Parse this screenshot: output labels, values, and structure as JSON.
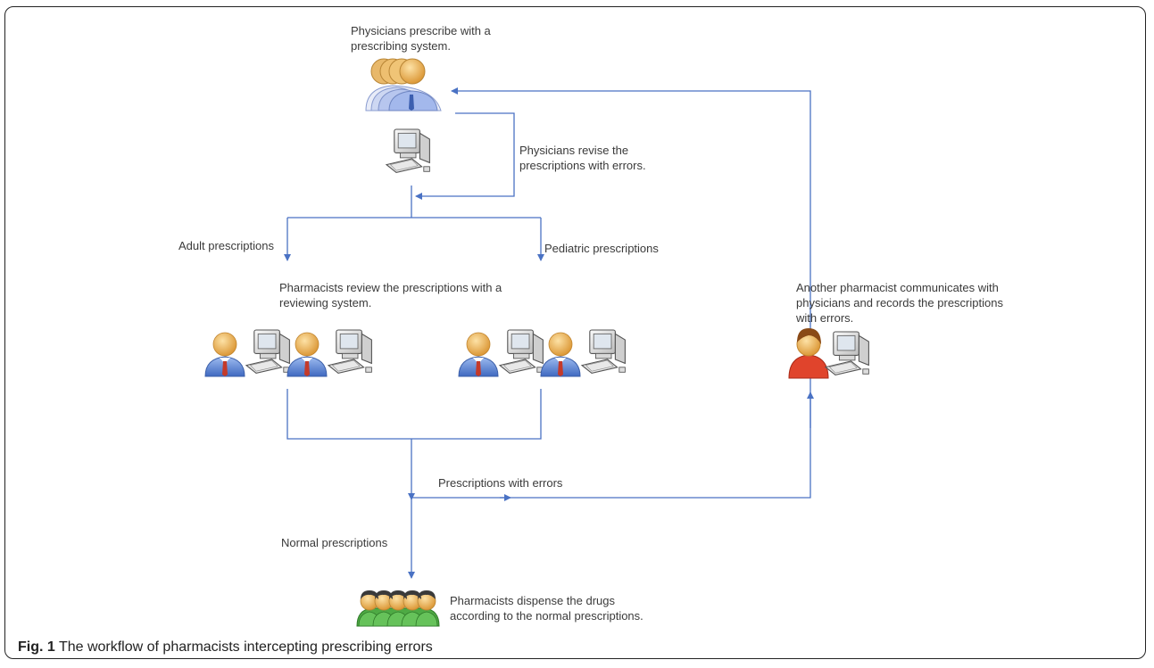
{
  "labels": {
    "physicians_prescribe": "Physicians prescribe with a prescribing system.",
    "physicians_revise": "Physicians revise the prescriptions with errors.",
    "adult": "Adult prescriptions",
    "pediatric": "Pediatric prescriptions",
    "pharmacists_review": "Pharmacists review the prescriptions with a reviewing system.",
    "another_pharmacist": "Another pharmacist communicates with physicians and records the prescriptions with errors.",
    "prescriptions_errors": "Prescriptions with errors",
    "normal": "Normal prescriptions",
    "dispense": "Pharmacists dispense the drugs according to the normal prescriptions."
  },
  "caption": {
    "fig": "Fig. 1",
    "text": " The workflow of pharmacists intercepting prescribing errors"
  },
  "colors": {
    "arrow": "#4a72c4",
    "skin": "#f2c16a",
    "suit": "#5a86d6",
    "tie": "#c43a2a",
    "female_body": "#e0442c",
    "green_group": "#4eaa44"
  }
}
